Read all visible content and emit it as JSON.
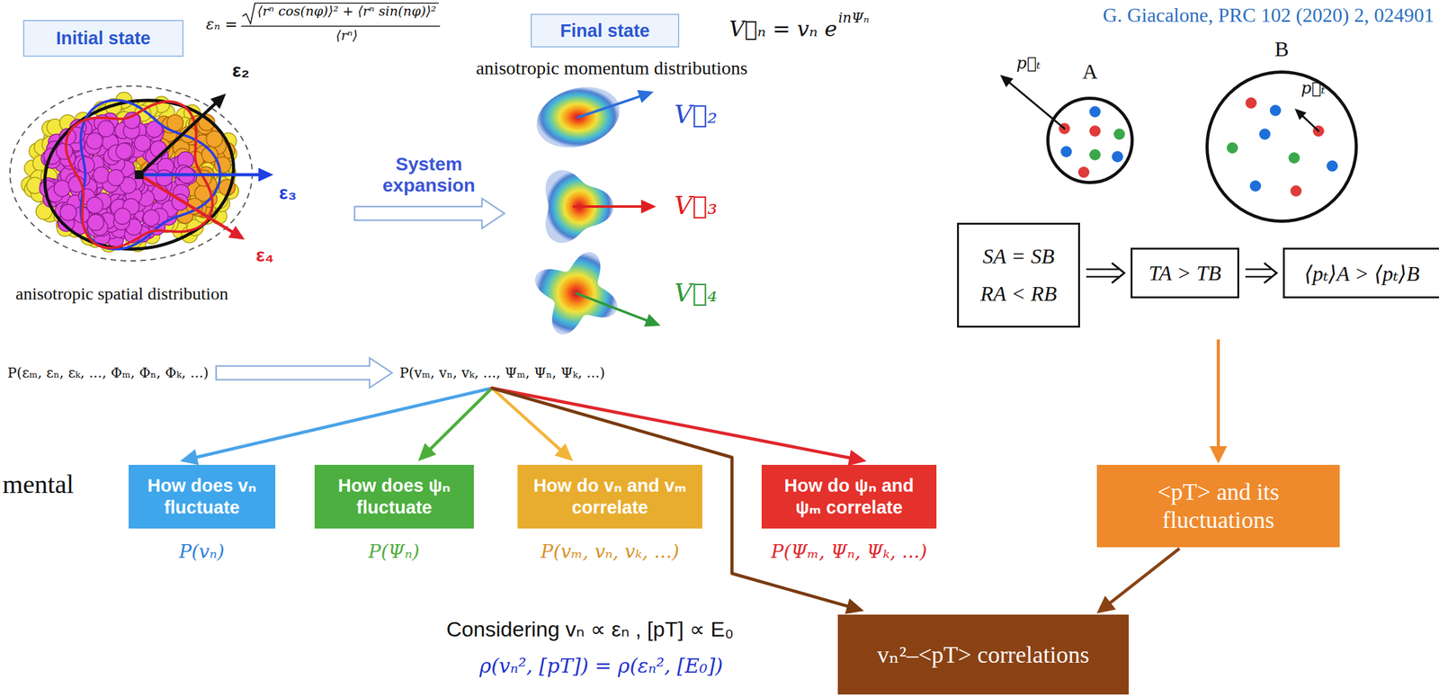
{
  "diagram": {
    "nodes": [
      {
        "text": [
          "Initial state"
        ]
      },
      {
        "text": [
          "Final state"
        ]
      },
      {
        "text": [
          "A"
        ]
      },
      {
        "text": [
          "B"
        ]
      },
      {
        "text": [
          "SA = SB",
          "RA < RB"
        ]
      },
      {
        "text": [
          "TA > TB"
        ]
      },
      {
        "text": [
          "⟨pₜ⟩A > ⟨pₜ⟩B"
        ]
      },
      {
        "text": [
          "How does vₙ fluctuate"
        ]
      },
      {
        "text": [
          "How does ψₙ fluctuate"
        ]
      },
      {
        "text": [
          "How do vₙ and vₘ correlate"
        ]
      },
      {
        "text": [
          "How do ψₙ and ψₘ correlate"
        ]
      },
      {
        "text": [
          "<pT> and its fluctuations"
        ]
      },
      {
        "text": [
          "vₙ²–<pT> correlations"
        ]
      }
    ],
    "edges": [
      {
        "from": 4,
        "to": 5,
        "arrow": "to"
      },
      {
        "from": 5,
        "to": 6,
        "arrow": "to"
      },
      {
        "from": 5,
        "to": 11,
        "arrow": "to"
      },
      {
        "from": 11,
        "to": 12,
        "arrow": "to"
      }
    ],
    "labels": [
      "εₙ =",
      "⟨rⁿ cos(nφ)⟩² + ⟨rⁿ sin(nφ)⟩²",
      "⟨rⁿ⟩",
      "V⃗ₙ = vₙ e",
      "inΨₙ",
      "G. Giacalone, PRC 102 (2020) 2, 024901",
      "anisotropic momentum distributions",
      "ε₂",
      "ε₃",
      "ε₄",
      "System expansion",
      "V⃗₂",
      "V⃗₃",
      "V⃗₄",
      "p⃗ₜ",
      "p⃗ₜ",
      "anisotropic spatial distribution",
      "P(εₘ, εₙ, εₖ, ..., Φₘ, Φₙ, Φₖ, ...)",
      "P(vₘ, vₙ, vₖ, ..., Ψₘ, Ψₙ, Ψₖ, ...)",
      "mental",
      "P(vₙ)",
      "P(Ψₙ)",
      "P(vₘ, vₙ, vₖ, ...)",
      "P(Ψₘ, Ψₙ, Ψₖ, ...)",
      "Considering vₙ ∝ εₙ , [pT] ∝ E₀",
      "ρ(vₙ², [pT]) = ρ(εₙ², [E₀])"
    ]
  }
}
